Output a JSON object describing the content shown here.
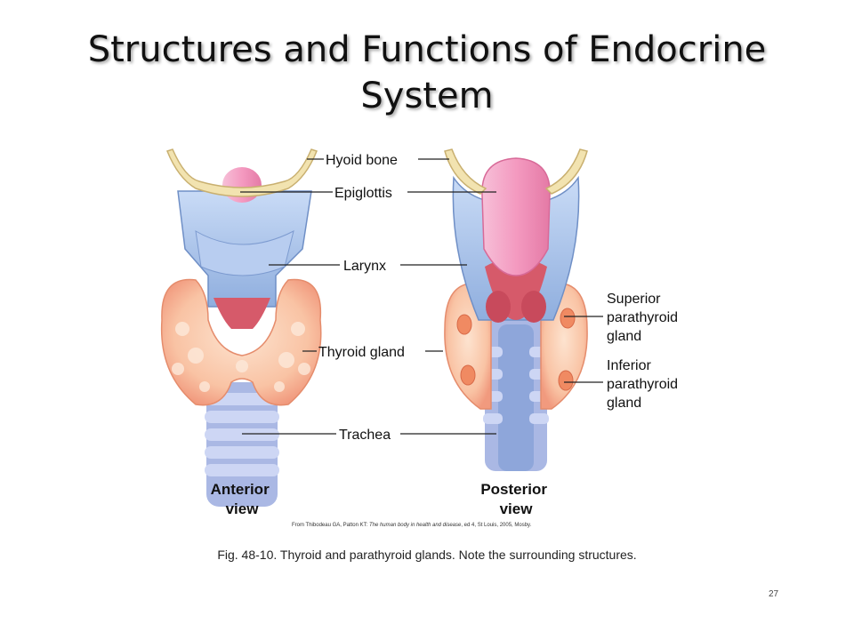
{
  "title": {
    "line1": "Structures and Functions of Endocrine",
    "line2": "System"
  },
  "figure": {
    "labels": {
      "hyoid_bone": "Hyoid bone",
      "epiglottis": "Epiglottis",
      "larynx": "Larynx",
      "thyroid_gland": "Thyroid gland",
      "trachea": "Trachea",
      "superior_parathyroid": [
        "Superior",
        "parathyroid",
        "gland"
      ],
      "inferior_parathyroid": [
        "Inferior",
        "parathyroid",
        "gland"
      ]
    },
    "views": {
      "anterior": [
        "Anterior",
        "view"
      ],
      "posterior": [
        "Posterior",
        "view"
      ]
    },
    "credit": {
      "prefix": "From Thibodeau GA, Patton KT: ",
      "book": "The human body in health and disease",
      "suffix": ", ed 4, St Louis, 2005, Mosby."
    },
    "colors": {
      "bone": "#f2e3b0",
      "cartilage": "#a9c3ea",
      "epiglottis": "#f4a7c8",
      "thyroid": "#f9c3a4",
      "parathyroid": "#f08a62",
      "muscle": "#d65a6a",
      "trachea": "#b9c6ea"
    }
  },
  "caption": "Fig. 48-10. Thyroid and parathyroid glands. Note the surrounding structures.",
  "page_number": "27"
}
